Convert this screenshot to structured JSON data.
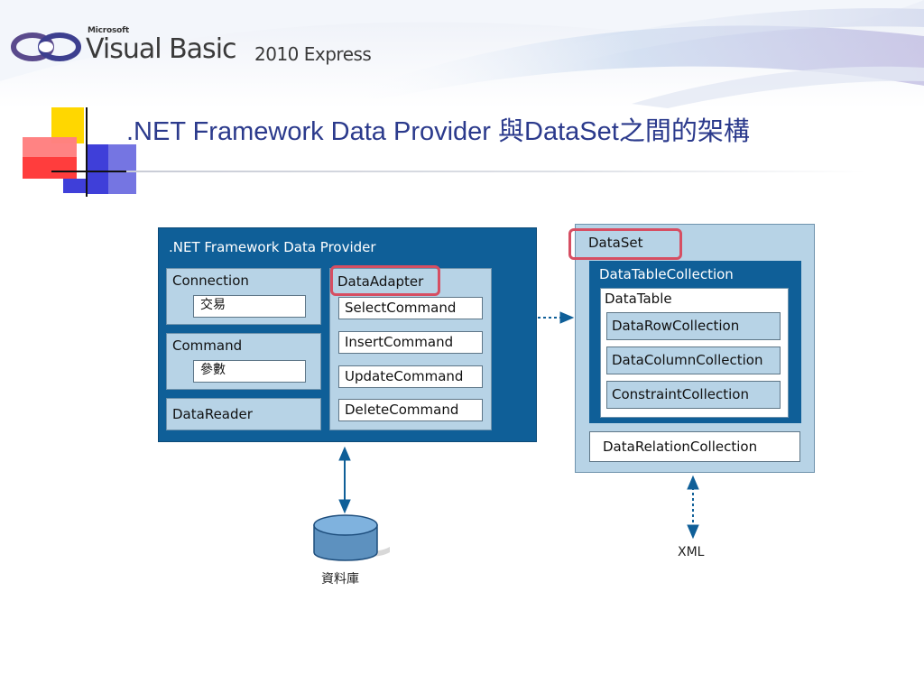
{
  "logo": {
    "microsoft": "Microsoft",
    "product": "Visual Basic",
    "edition": "2010 Express"
  },
  "title": {
    "text_latin": ".NET Framework Data Provider ",
    "text_cjk": "與",
    "text_mid": "DataSet",
    "text_cjk2": "之間的架構"
  },
  "provider": {
    "title": ".NET Framework Data Provider",
    "connection": {
      "label": "Connection",
      "value": "交易"
    },
    "command": {
      "label": "Command",
      "value": "參數"
    },
    "datareader": {
      "label": "DataReader"
    },
    "dataadapter": {
      "label": "DataAdapter",
      "commands": [
        "SelectCommand",
        "InsertCommand",
        "UpdateCommand",
        "DeleteCommand"
      ]
    }
  },
  "dataset": {
    "label": "DataSet",
    "table_collection": "DataTableCollection",
    "table": "DataTable",
    "collections": [
      "DataRowCollection",
      "DataColumnCollection",
      "ConstraintCollection"
    ],
    "relation_collection": "DataRelationCollection"
  },
  "database_label": "資料庫",
  "xml_label": "XML",
  "colors": {
    "title": "#2b3a8c",
    "dark_blue": "#0f5f98",
    "light_blue": "#b7d3e6",
    "highlight_red": "#d64e62"
  }
}
